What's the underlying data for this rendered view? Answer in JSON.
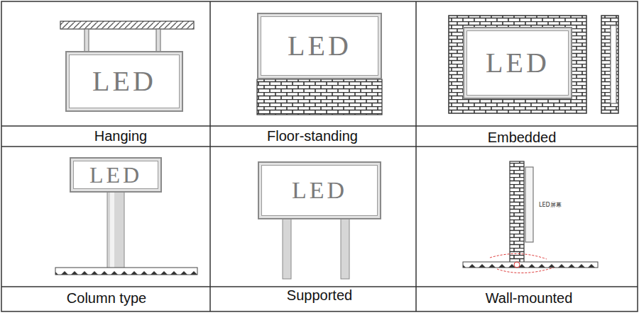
{
  "diagram": {
    "nodes": [
      {
        "text": [
          "LED"
        ]
      },
      {
        "text": [
          "LED"
        ]
      },
      {
        "text": [
          "LED"
        ]
      },
      {
        "text": [
          "LED"
        ]
      },
      {
        "text": [
          "LED"
        ]
      }
    ],
    "labels": [
      "Hanging",
      "Floor-standing",
      "Embedded",
      "Column type",
      "Supported",
      "Wall-mounted",
      "LED屏幕"
    ]
  }
}
